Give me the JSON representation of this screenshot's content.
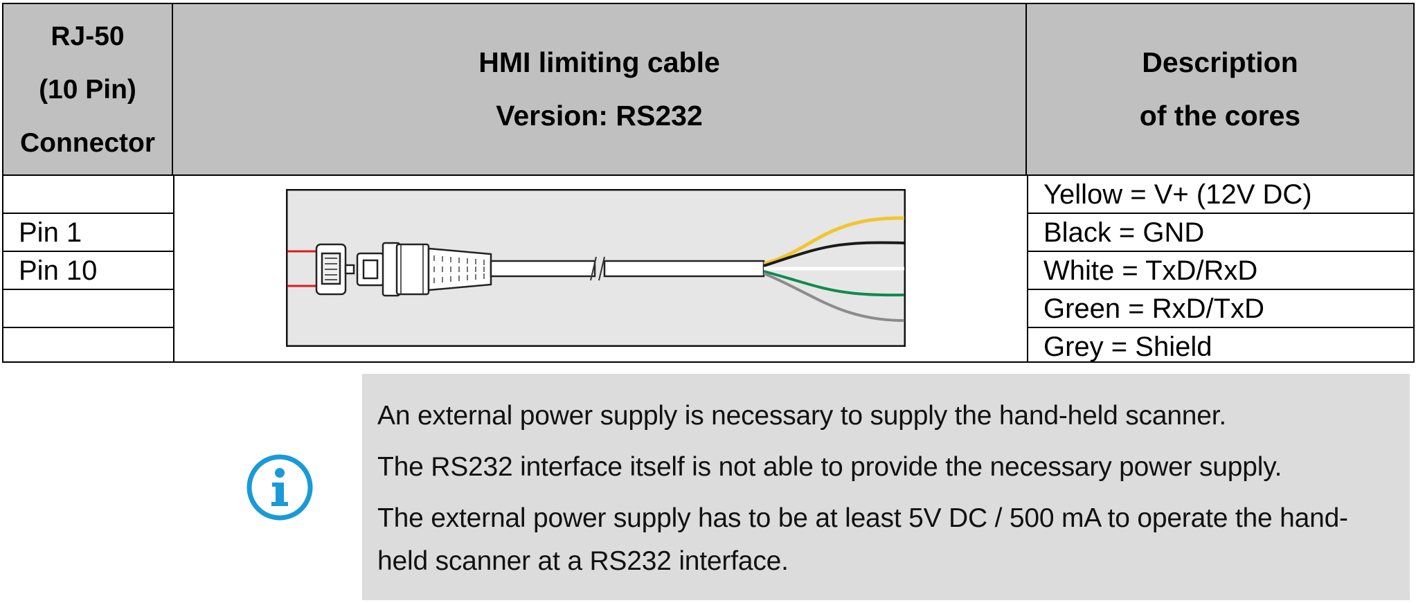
{
  "table": {
    "header": {
      "col1_lines": [
        "RJ-50",
        "(10 Pin)",
        "Connector"
      ],
      "col2_lines": [
        "HMI limiting cable",
        "Version: RS232"
      ],
      "col3_lines": [
        "Description",
        "of the cores"
      ]
    },
    "pins": [
      "",
      "Pin 1",
      "Pin 10",
      "",
      ""
    ],
    "cores": [
      "Yellow = V+ (12V DC)",
      "Black = GND",
      "White = TxD/RxD",
      "Green = RxD/TxD",
      "Grey = Shield"
    ]
  },
  "wire_colors": {
    "yellow": "#f2c531",
    "black": "#1a1a1a",
    "white": "#ffffff",
    "green": "#0f8a4f",
    "grey": "#8c8c8c",
    "red": "#e01b1b"
  },
  "note": {
    "icon": "info-icon",
    "icon_color": "#1a9ad6",
    "lines": [
      "An external power supply is necessary to supply the hand-held scanner.",
      "The RS232 interface itself is not able to provide the necessary power supply.",
      "The external power supply has to be at least 5V DC / 500 mA to operate the hand-held scanner at a RS232 interface."
    ]
  }
}
